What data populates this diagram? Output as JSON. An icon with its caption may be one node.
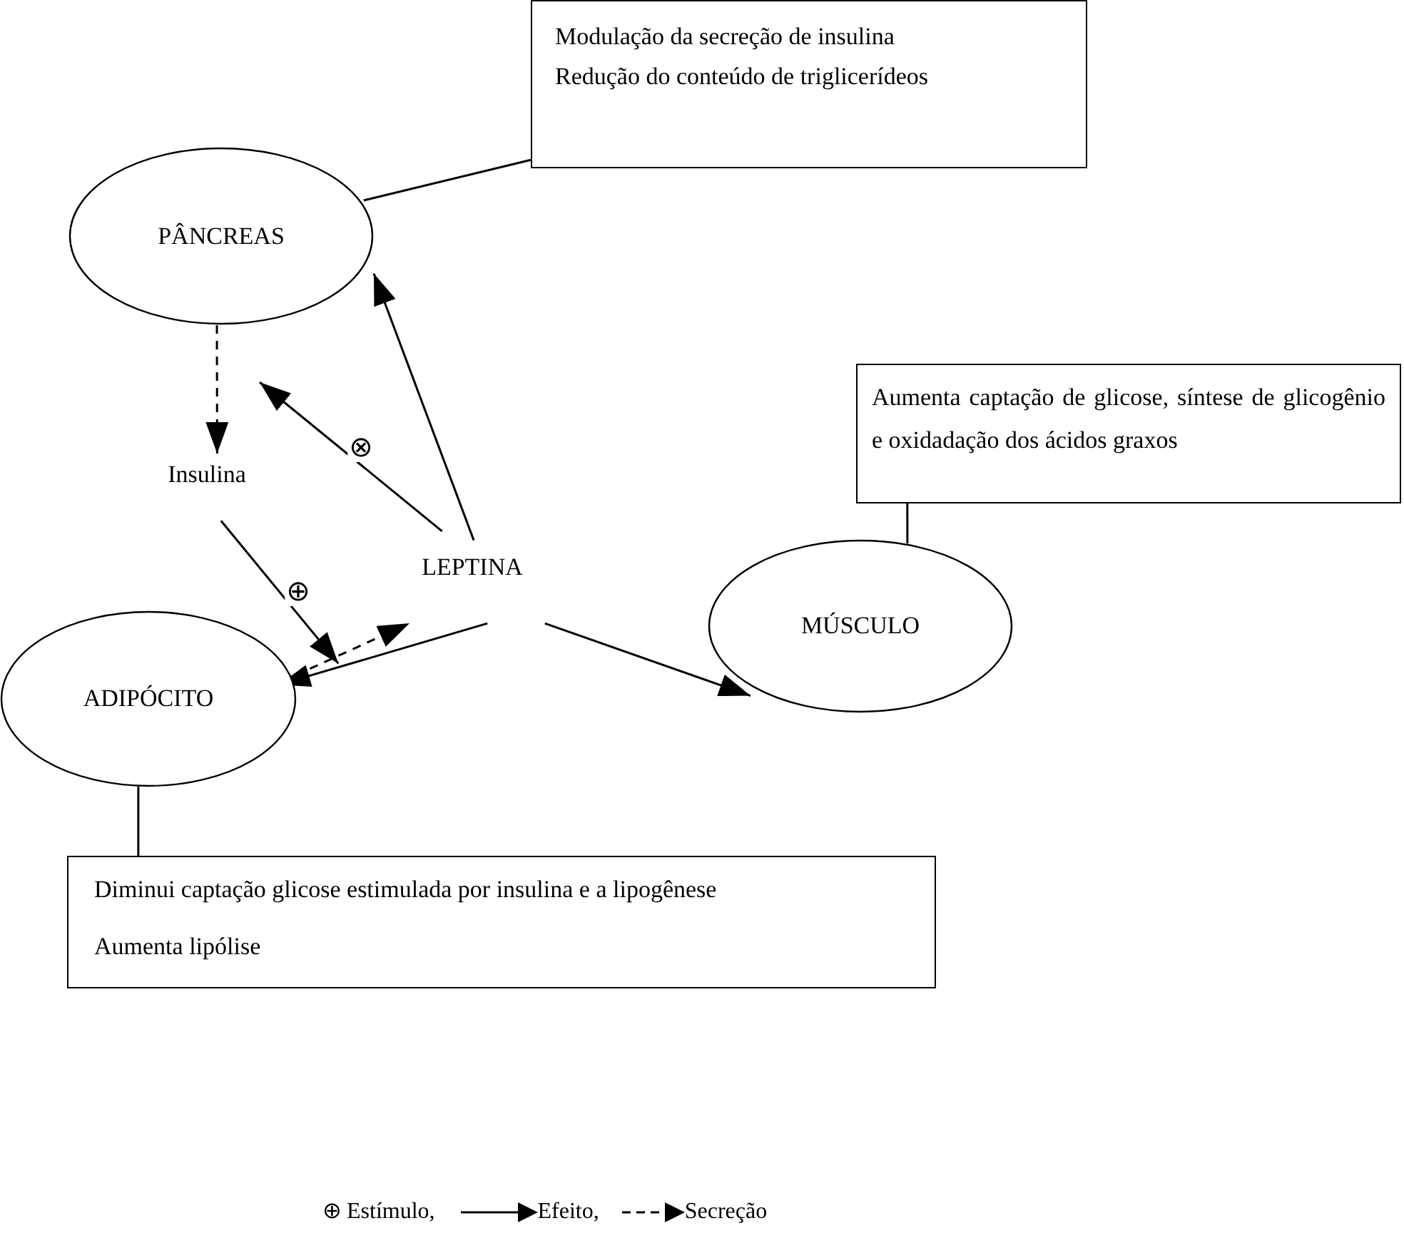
{
  "diagram": {
    "nodes": [
      {
        "text": [
          "Modulação da secreção de insulina",
          "Redução do conteúdo de triglicerídeos"
        ]
      },
      {
        "text": [
          "PÂNCREAS"
        ]
      },
      {
        "text": [
          "Insulina"
        ]
      },
      {
        "text": [
          "LEPTINA"
        ]
      },
      {
        "text": [
          "Aumenta captação de glicose, síntese de glicogênio e oxidadação dos ácidos graxos"
        ]
      },
      {
        "text": [
          "MÚSCULO"
        ]
      },
      {
        "text": [
          "ADIPÓCITO"
        ]
      },
      {
        "text": [
          "Diminui captação glicose estimulada por insulina e a lipogênese",
          "Aumenta lipólise"
        ]
      }
    ],
    "edges": [
      {
        "from": 1,
        "to": 0,
        "arrow": "none"
      },
      {
        "from": 1,
        "to": 2,
        "arrow": "to",
        "style": "dashed"
      },
      {
        "from": 3,
        "to": 1,
        "arrow": "to"
      },
      {
        "from": 3,
        "to": null,
        "arrow": "to",
        "label": "⊗"
      },
      {
        "from": 2,
        "to": 6,
        "arrow": "to",
        "label": "⊕"
      },
      {
        "from": 6,
        "to": 3,
        "arrow": "to",
        "style": "dashed"
      },
      {
        "from": 3,
        "to": 6,
        "arrow": "to"
      },
      {
        "from": 3,
        "to": 5,
        "arrow": "to"
      },
      {
        "from": 4,
        "to": 5,
        "arrow": "none"
      },
      {
        "from": 6,
        "to": 7,
        "arrow": "none"
      }
    ],
    "legend": [
      {
        "text": "⊕ Estímulo,"
      },
      {
        "text": "Efeito,"
      },
      {
        "text": "Secreção"
      }
    ]
  }
}
